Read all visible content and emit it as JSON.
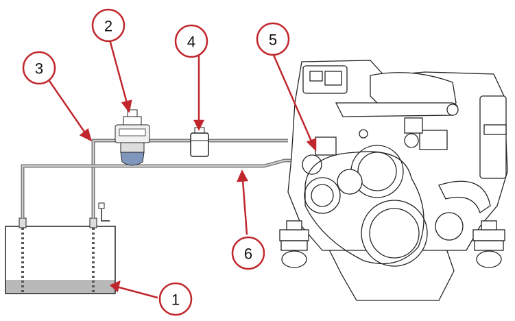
{
  "diagram": {
    "callouts": [
      {
        "id": "1",
        "label": "1"
      },
      {
        "id": "2",
        "label": "2"
      },
      {
        "id": "3",
        "label": "3"
      },
      {
        "id": "4",
        "label": "4"
      },
      {
        "id": "5",
        "label": "5"
      },
      {
        "id": "6",
        "label": "6"
      }
    ],
    "colors": {
      "callout_stroke": "#c0272d",
      "pipe": "#7a7a7a",
      "fuel": "#b9b9b9",
      "line": "#222222",
      "filter_bowl": "#7f97bd"
    }
  }
}
